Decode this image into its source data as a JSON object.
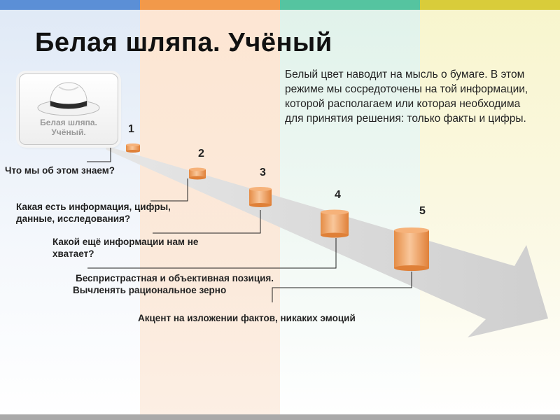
{
  "title": "Белая шляпа. Учёный",
  "description": "Белый цвет наводит на мысль о бумаге. В этом режиме мы сосредоточены на той информации, которой располагаем или которая необходима для принятия решения: только факты и цифры.",
  "hat_card": {
    "label_line1": "Белая шляпа.",
    "label_line2": "Учёный."
  },
  "steps": [
    {
      "number": "1",
      "label": "Что мы об этом знаем?"
    },
    {
      "number": "2",
      "label": "Какая есть информация, цифры, данные, исследования?"
    },
    {
      "number": "3",
      "label": "Какой ещё информации нам не хватает?"
    },
    {
      "number": "4",
      "label_line1": "Беспристрастная и объективная позиция.",
      "label_line2": "Вычленять рациональное зерно"
    },
    {
      "number": "5",
      "label": "Акцент на изложении фактов, никаких эмоций"
    }
  ],
  "colors": {
    "stripe_blue": "#dfe9f6",
    "stripe_orange": "#fde3cc",
    "stripe_green": "#e2f3ea",
    "stripe_yellow": "#f7f4c9",
    "bar_blue": "#5b8fd6",
    "bar_orange": "#f2994a",
    "bar_green": "#55c4a0",
    "bar_yellow": "#d9cc3a",
    "cylinder": "#f0a466",
    "arrow": "#d9d9d9"
  }
}
